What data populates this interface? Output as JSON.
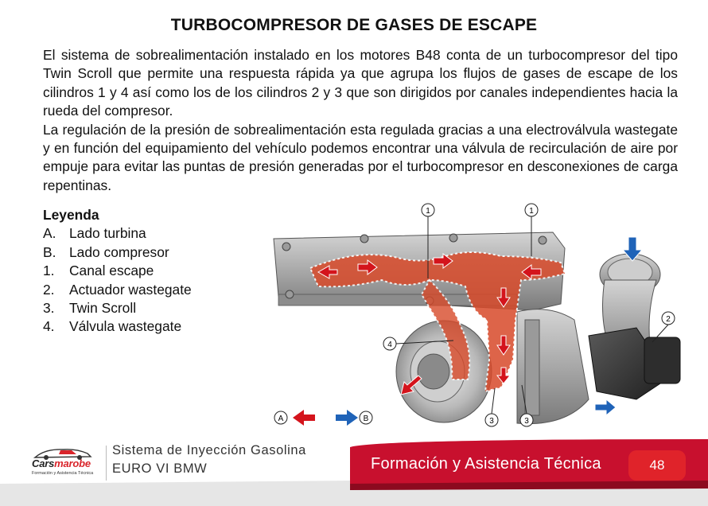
{
  "title": "TURBOCOMPRESOR DE GASES DE ESCAPE",
  "paragraphs": [
    "El sistema de sobrealimentación instalado en los motores B48 conta de un turbocompresor del tipo Twin Scroll que permite una respuesta rápida ya que agrupa los flujos de gases de escape de los cilindros 1 y 4 así como los de los cilindros 2 y 3 que son dirigidos por canales independientes hacia la rueda del compresor.",
    "La regulación de la presión de sobrealimentación esta regulada gracias a una electroválvula wastegate y en función del equipamiento del vehículo podemos encontrar una válvula de recirculación de aire por empuje para evitar las puntas de presión generadas por el turbocompresor en desconexiones de carga repentinas."
  ],
  "legend": {
    "title": "Leyenda",
    "items": [
      {
        "key": "A.",
        "label": "Lado turbina"
      },
      {
        "key": "B.",
        "label": "Lado compresor"
      },
      {
        "key": "1.",
        "label": "Canal escape"
      },
      {
        "key": "2.",
        "label": "Actuador wastegate"
      },
      {
        "key": "3.",
        "label": "Twin Scroll"
      },
      {
        "key": "4.",
        "label": "Válvula wastegate"
      }
    ]
  },
  "figure": {
    "callouts": {
      "c1": "1",
      "c2": "2",
      "c3": "3",
      "c4": "4"
    },
    "flow_labels": {
      "a": "A",
      "b": "B"
    },
    "colors": {
      "exhaust": "#d84a2a",
      "arrow_red": "#d4141c",
      "arrow_blue": "#1f63b8",
      "metal": "#9a9a9a"
    }
  },
  "footer": {
    "logo_brand": "Cars",
    "logo_brand_accent": "marobe",
    "logo_tagline": "Formación y Asistencia Técnica",
    "system_line1": "Sistema de Inyección Gasolina",
    "system_line2": "EURO VI BMW",
    "tagline": "Formación y Asistencia Técnica",
    "page": "48",
    "accent_color": "#c8102e"
  }
}
